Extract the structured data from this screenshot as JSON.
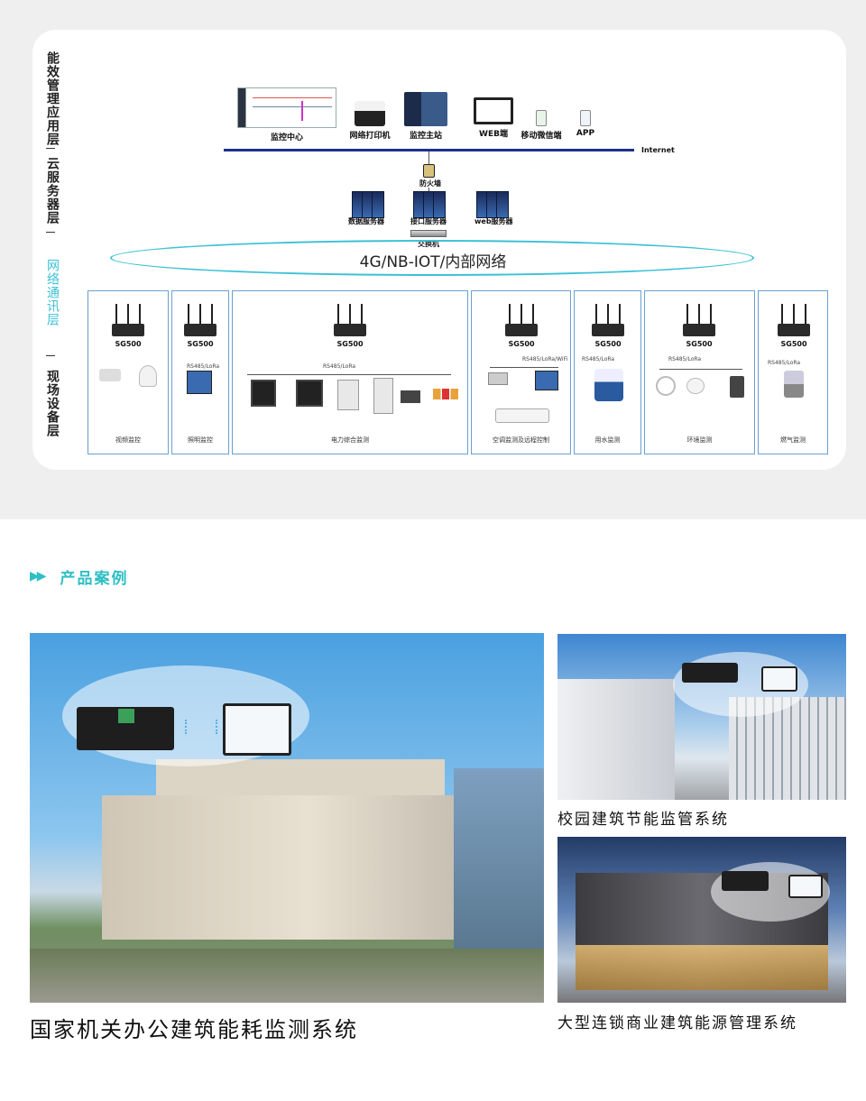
{
  "layers": {
    "app": "能效管理应用层",
    "cloud": "云服务器层",
    "network": "网络通讯层",
    "field": "现场设备层"
  },
  "top_devices": [
    {
      "label": "监控中心",
      "icon": "monitor-screen-icon"
    },
    {
      "label": "网络打印机",
      "icon": "printer-icon"
    },
    {
      "label": "监控主站",
      "icon": "workstation-icon"
    },
    {
      "label": "WEB端",
      "icon": "web-monitor-icon"
    },
    {
      "label": "移动微信端",
      "icon": "phone-icon"
    },
    {
      "label": "APP",
      "icon": "phone-app-icon"
    }
  ],
  "internet_label": "Internet",
  "firewall_label": "防火墙",
  "servers": [
    {
      "label": "数据服务器"
    },
    {
      "label": "接口服务器"
    },
    {
      "label": "web服务器"
    }
  ],
  "switch_label": "交换机",
  "network_label": "4G/NB-IOT/内部网络",
  "zones": [
    {
      "title": "视频监控",
      "gateway": "SG500"
    },
    {
      "title": "照明监控",
      "gateway": "SG500",
      "bus": "RS485/LoRa"
    },
    {
      "title": "电力综合监测",
      "gateway": "SG500",
      "bus": "RS485/LoRa"
    },
    {
      "title": "空调监测及远程控制",
      "gateway": "SG500",
      "bus": "RS485/LoRa/WiFi"
    },
    {
      "title": "用水监测",
      "gateway": "SG500",
      "bus": "RS485/LoRa"
    },
    {
      "title": "环境监测",
      "gateway": "SG500",
      "bus": "RS485/LoRa"
    },
    {
      "title": "燃气监测",
      "gateway": "SG500",
      "bus": "RS485/LoRa"
    }
  ],
  "section_title": "产品案例",
  "cases": {
    "main": "国家机关办公建筑能耗监测系统",
    "campus": "校园建筑节能监管系统",
    "retail": "大型连锁商业建筑能源管理系统"
  },
  "colors": {
    "accent": "#2ebfc4",
    "bus_line": "#1f2f8f",
    "zone_border": "#6aa0d0"
  }
}
